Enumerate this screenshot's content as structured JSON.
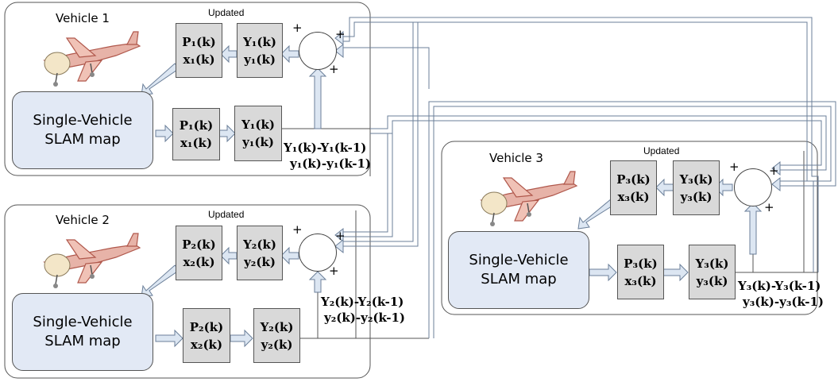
{
  "vehicles": [
    {
      "title": "Vehicle 1",
      "updated_label": "Updated",
      "slam_line1": "Single-Vehicle",
      "slam_line2": "SLAM map",
      "pred_box": {
        "line1": "P₁(k)",
        "line2": "x₁(k)"
      },
      "info_box": {
        "line1": "Y₁(k)",
        "line2": "y₁(k)"
      },
      "upd_pred_box": {
        "line1": "P₁(k)",
        "line2": "x₁(k)"
      },
      "upd_info_box": {
        "line1": "Y₁(k)",
        "line2": "y₁(k)"
      },
      "diff_line1": "Y₁(k)-Y₁(k-1)",
      "diff_line2": "y₁(k)-y₁(k-1)"
    },
    {
      "title": "Vehicle 2",
      "updated_label": "Updated",
      "slam_line1": "Single-Vehicle",
      "slam_line2": "SLAM map",
      "pred_box": {
        "line1": "P₂(k)",
        "line2": "x₂(k)"
      },
      "info_box": {
        "line1": "Y₂(k)",
        "line2": "y₂(k)"
      },
      "upd_pred_box": {
        "line1": "P₂(k)",
        "line2": "x₂(k)"
      },
      "upd_info_box": {
        "line1": "Y₂(k)",
        "line2": "y₂(k)"
      },
      "diff_line1": "Y₂(k)-Y₂(k-1)",
      "diff_line2": "y₂(k)-y₂(k-1)"
    },
    {
      "title": "Vehicle 3",
      "updated_label": "Updated",
      "slam_line1": "Single-Vehicle",
      "slam_line2": "SLAM map",
      "pred_box": {
        "line1": "P₃(k)",
        "line2": "x₃(k)"
      },
      "info_box": {
        "line1": "Y₃(k)",
        "line2": "y₃(k)"
      },
      "upd_pred_box": {
        "line1": "P₃(k)",
        "line2": "x₃(k)"
      },
      "upd_info_box": {
        "line1": "Y₃(k)",
        "line2": "y₃(k)"
      },
      "diff_line1": "Y₃(k)-Y₃(k-1)",
      "diff_line2": "y₃(k)-y₃(k-1)"
    }
  ],
  "sum_signs": "+",
  "colors": {
    "slam_fill": "#e2e9f5",
    "box_fill": "#d9d9d9",
    "arrow_fill": "#dce6f2",
    "arrow_stroke": "#6b7f99"
  }
}
